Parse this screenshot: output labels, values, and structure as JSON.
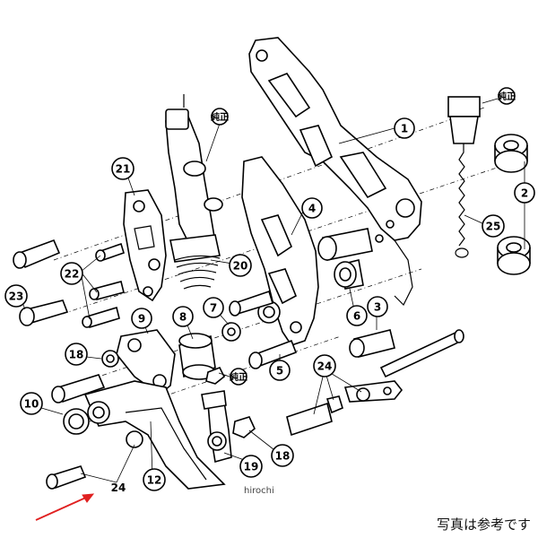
{
  "labels": {
    "p1": "1",
    "p2": "2",
    "p3": "3",
    "p4": "4",
    "p5": "5",
    "p6": "6",
    "p7": "7",
    "p8": "8",
    "p9": "9",
    "p10": "10",
    "p12": "12",
    "p18a": "18",
    "p18b": "18",
    "p19": "19",
    "p20": "20",
    "p21": "21",
    "p22": "22",
    "p23": "23",
    "p24a": "24",
    "p24b": "24",
    "p25": "25"
  },
  "genuine_tag": "純正",
  "watermark": "hirochi",
  "caption": "写真は参考です",
  "accent_color": "#e02020"
}
